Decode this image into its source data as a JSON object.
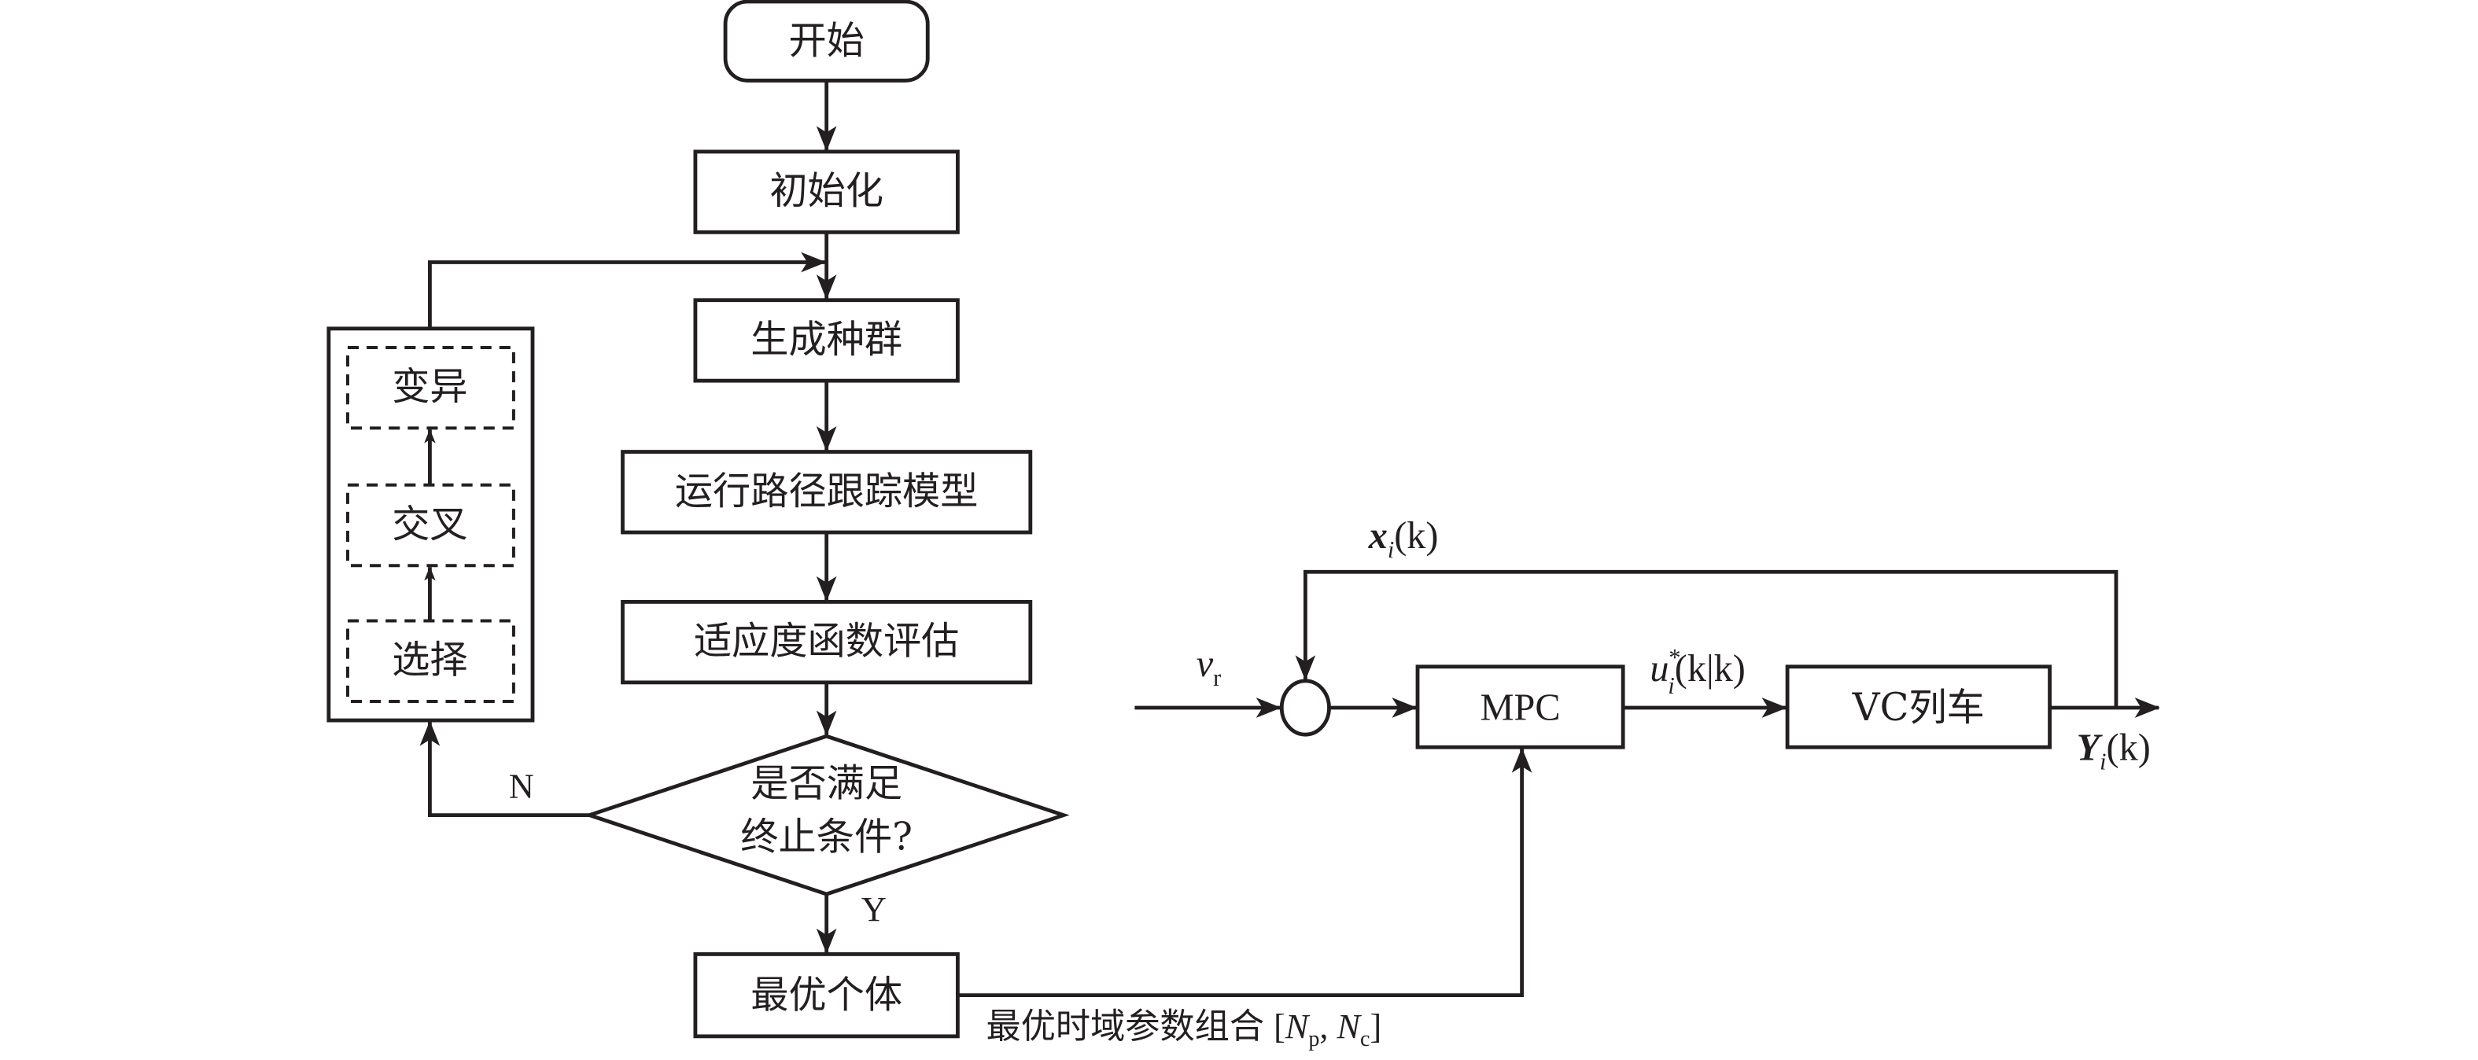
{
  "flowchart": {
    "start": "开始",
    "init": "初始化",
    "generate_population": "生成种群",
    "run_model": "运行路径跟踪模型",
    "fitness": "适应度函数评估",
    "decision_line1": "是否满足",
    "decision_line2": "终止条件?",
    "best_individual": "最优个体",
    "yes_label": "Y",
    "no_label": "N",
    "ga_ops": {
      "mutation": "变异",
      "crossover": "交叉",
      "selection": "选择"
    },
    "output_label_text": "最优时域参数组合",
    "output_label_math": {
      "open": "[",
      "n1": "N",
      "n1_sub": "p",
      "sep": ", ",
      "n2": "N",
      "n2_sub": "c",
      "close": "]"
    }
  },
  "control_loop": {
    "reference": {
      "base": "v",
      "sub": "r"
    },
    "feedback": {
      "base": "x",
      "sub": "i",
      "arg": "(k)"
    },
    "controller": "MPC",
    "control_signal": {
      "base": "u",
      "sub": "i",
      "sup": "*",
      "arg": "(k|k)"
    },
    "plant": "VC列车",
    "output": {
      "base": "Y",
      "sub": "i",
      "arg": "(k)"
    }
  },
  "colors": {
    "ink": "#231f20",
    "background": "#ffffff"
  }
}
